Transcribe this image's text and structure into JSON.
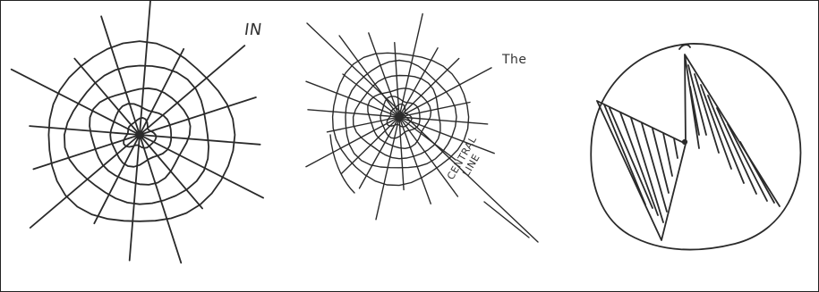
{
  "figure": {
    "colors": {
      "ink": "#2a2a2a",
      "background": "#ffffff",
      "border": "#222222"
    },
    "panel_1": {
      "annotation": "IN"
    },
    "panel_2": {
      "annotation": "The",
      "label_line_1": "CENTRAL",
      "label_line_2": "LINE"
    },
    "panel_3": {
      "annotation": "C"
    }
  }
}
